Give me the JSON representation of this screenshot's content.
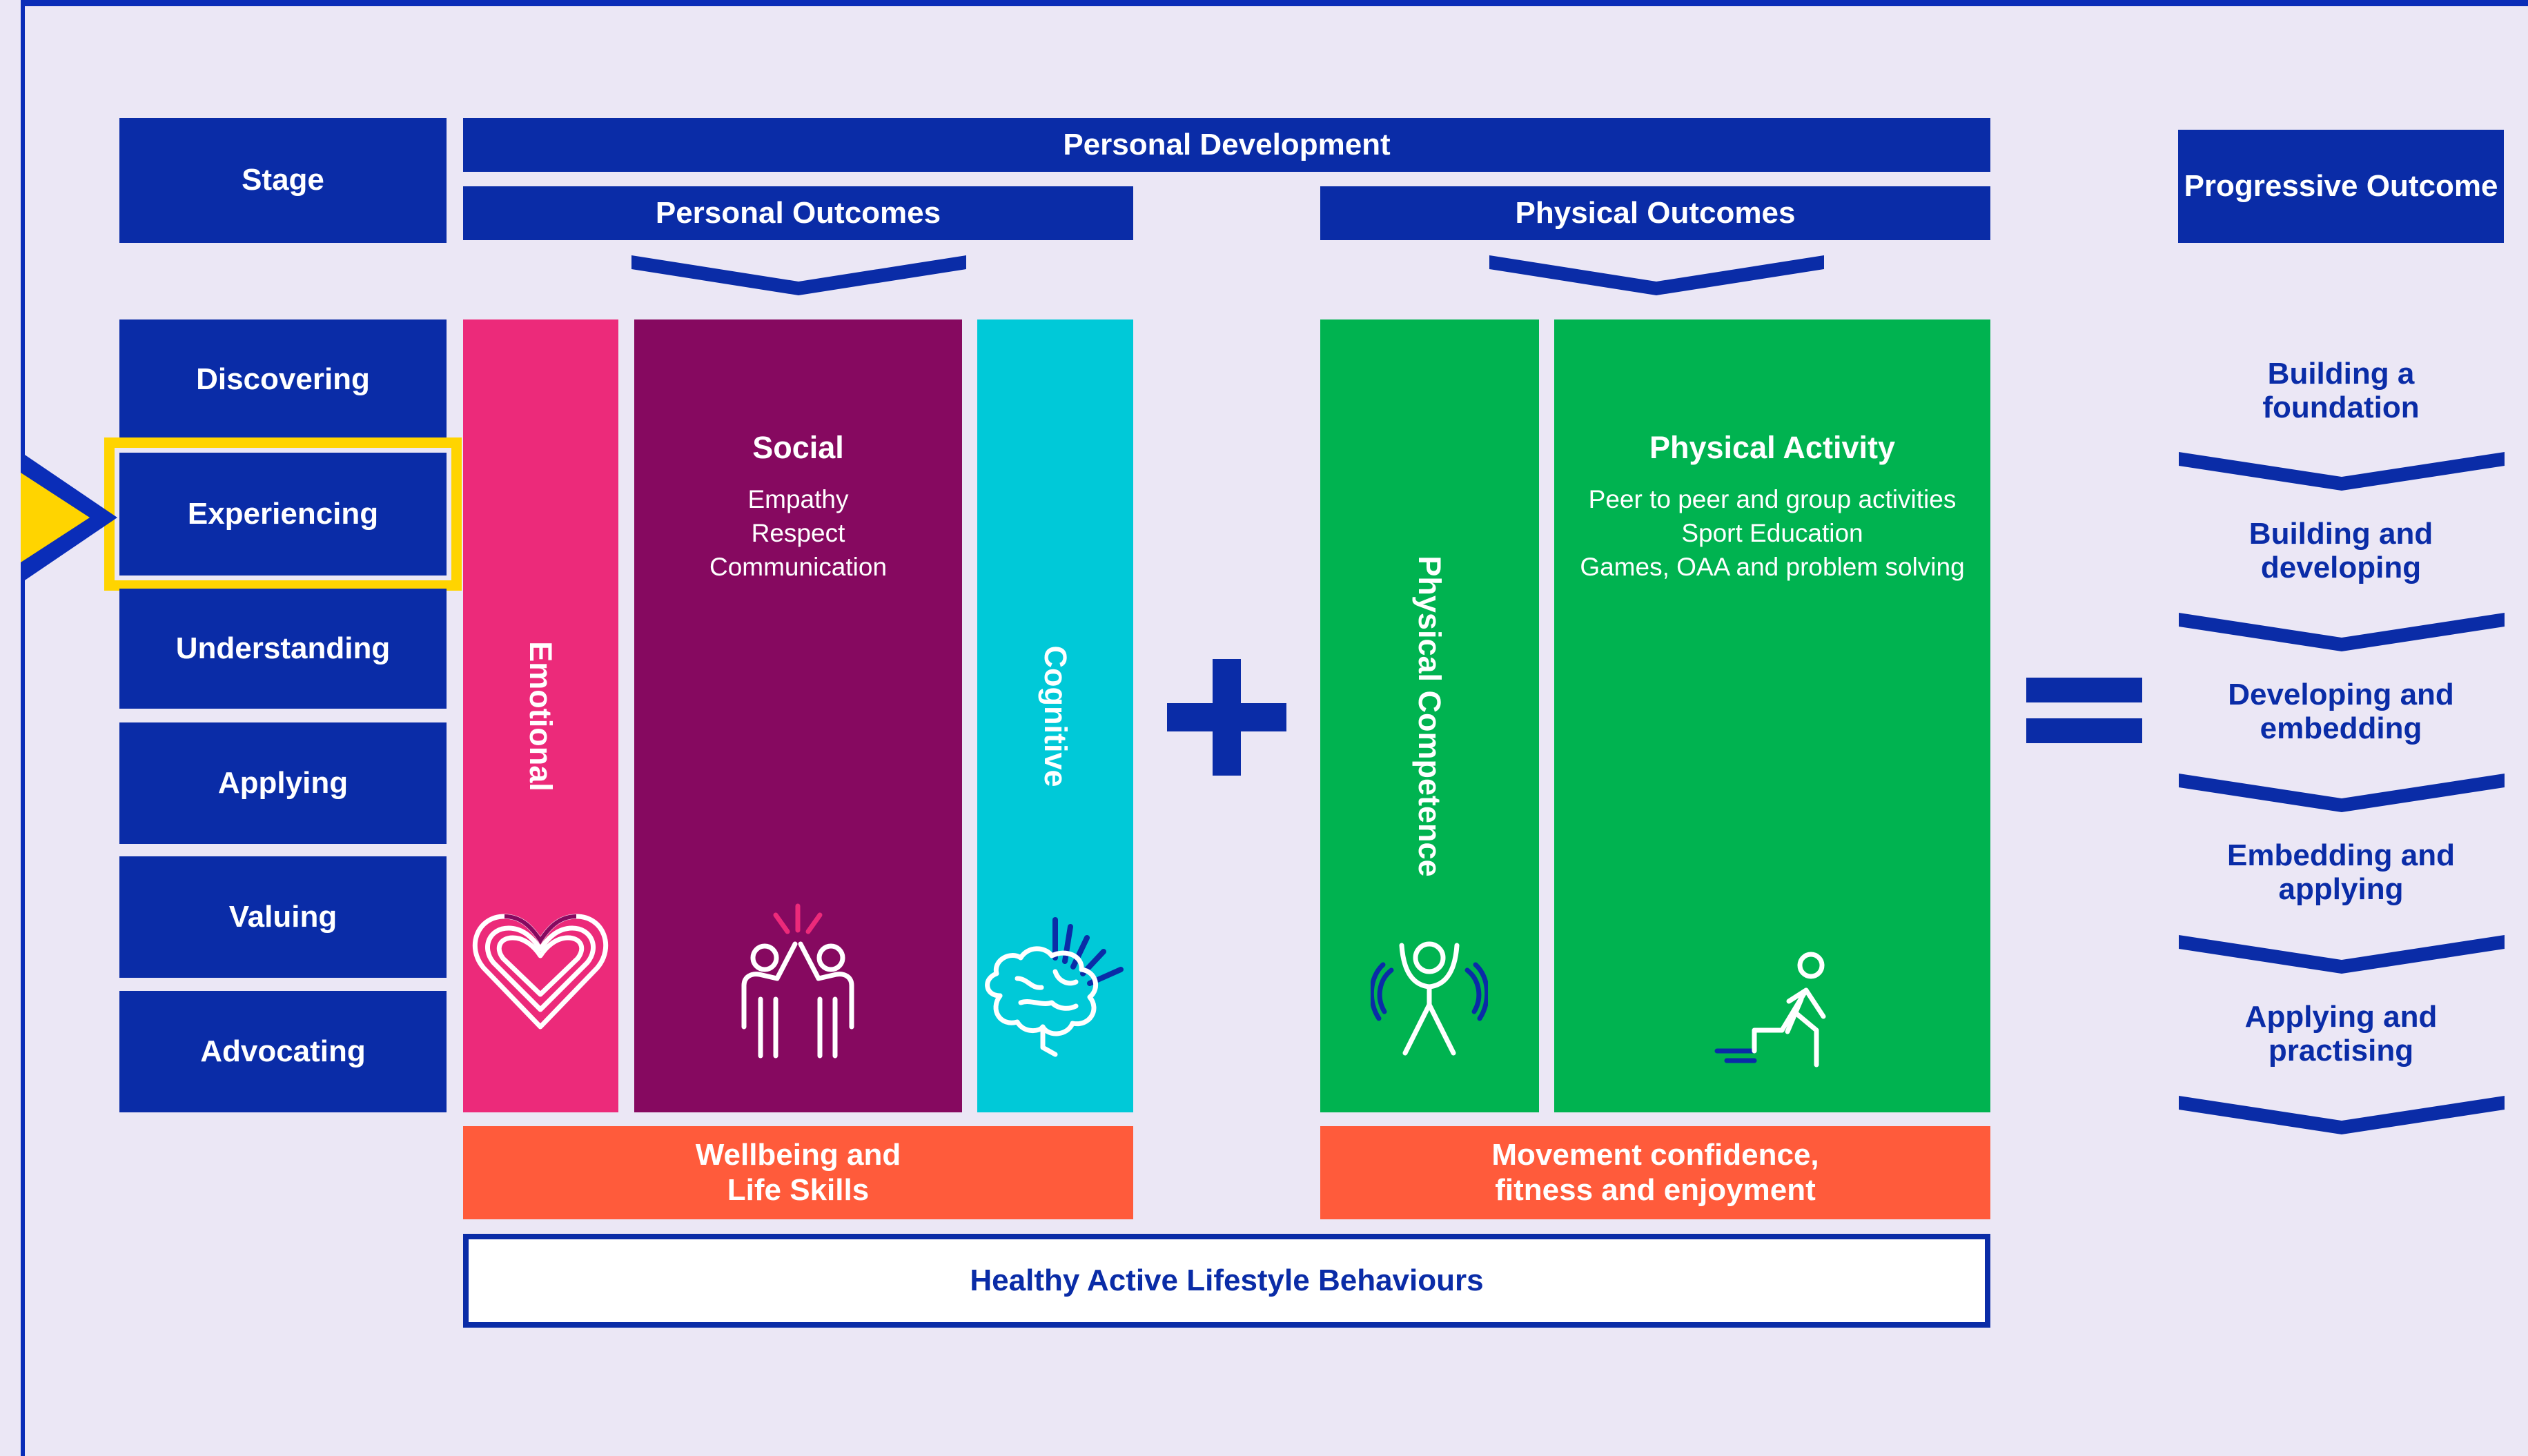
{
  "stage_header": "Stage",
  "stages": [
    {
      "label": "Discovering"
    },
    {
      "label": "Experiencing",
      "selected": true
    },
    {
      "label": "Understanding"
    },
    {
      "label": "Applying"
    },
    {
      "label": "Valuing"
    },
    {
      "label": "Advocating"
    }
  ],
  "personal_development": "Personal Development",
  "personal_outcomes": "Personal Outcomes",
  "physical_outcomes": "Physical Outcomes",
  "progressive_outcome_header": "Progressive Outcome",
  "columns": {
    "emotional": {
      "label": "Emotional",
      "icon": "heart-icon"
    },
    "social": {
      "title": "Social",
      "items": [
        "Empathy",
        "Respect",
        "Communication"
      ],
      "icon": "high-five-icon"
    },
    "cognitive": {
      "label": "Cognitive",
      "icon": "brain-icon"
    },
    "physical_competence": {
      "label": "Physical Competence",
      "icon": "jumping-person-icon"
    },
    "physical_activity": {
      "title": "Physical Activity",
      "items": [
        "Peer to peer and group activities",
        "Sport Education",
        "Games, OAA and problem solving"
      ],
      "icon": "step-up-icon"
    }
  },
  "wellbeing": {
    "line1": "Wellbeing and",
    "line2": "Life Skills"
  },
  "movement": {
    "line1": "Movement confidence,",
    "line2": "fitness and enjoyment"
  },
  "healthy_behaviours": "Healthy Active Lifestyle Behaviours",
  "progressive_outcomes": [
    {
      "line1": "Building a",
      "line2": "foundation"
    },
    {
      "line1": "Building and",
      "line2": "developing"
    },
    {
      "line1": "Developing and",
      "line2": "embedding"
    },
    {
      "line1": "Embedding and",
      "line2": "applying"
    },
    {
      "line1": "Applying and",
      "line2": "practising"
    }
  ],
  "colors": {
    "navy": "#0a2ca7",
    "pink": "#ec2a7a",
    "purple": "#860960",
    "cyan": "#00c9d8",
    "green": "#00b350",
    "orange": "#ff5b3b",
    "highlight": "#ffd400",
    "background": "#ebe7f5"
  }
}
